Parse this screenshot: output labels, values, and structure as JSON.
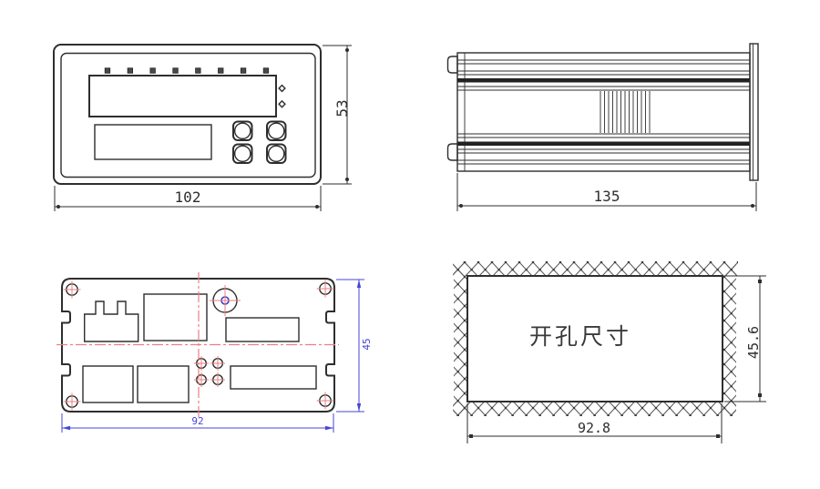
{
  "drawing": {
    "type": "technical-dimension-drawing",
    "views": {
      "front": {
        "title": "front-panel-view",
        "width_label": "102",
        "height_label": "53"
      },
      "side": {
        "title": "side-profile-view",
        "length_label": "135"
      },
      "rear": {
        "title": "rear-panel-view",
        "width_label": "92",
        "height_label": "45"
      },
      "cutout": {
        "title": "panel-cutout-view",
        "label": "开孔尺寸",
        "width_label": "92.8",
        "height_label": "45.6"
      }
    },
    "colors": {
      "line": "#2e2e2e",
      "centerline_red": "#ee7f7f",
      "dimension_blue": "#4545d8",
      "buzzer_ring_blue": "#3a3acc",
      "background": "#ffffff"
    }
  }
}
